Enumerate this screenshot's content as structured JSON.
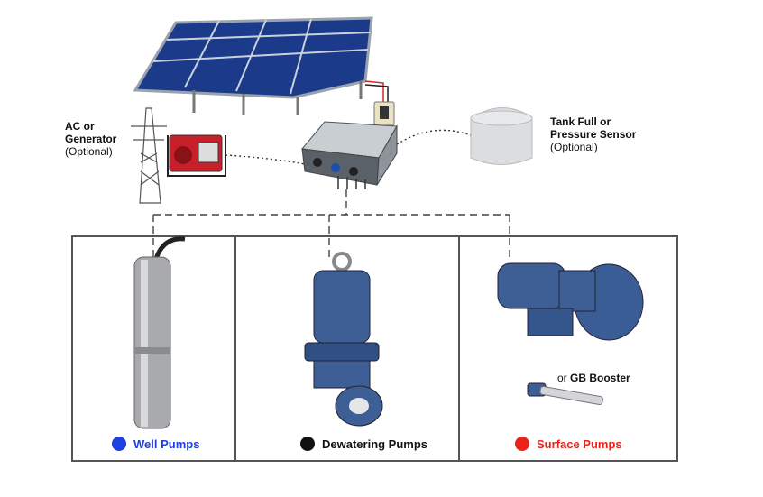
{
  "sources": {
    "generator": {
      "line1": "AC or",
      "line2": "Generator",
      "optional": "(Optional)"
    },
    "sensor": {
      "line1": "Tank Full or",
      "line2": "Pressure Sensor",
      "optional": "(Optional)"
    }
  },
  "pumps": [
    {
      "label": "Well Pumps",
      "color": "#1f3fe0"
    },
    {
      "label": "Dewatering Pumps",
      "color": "#111111"
    },
    {
      "label": "Surface Pumps",
      "color": "#e8231a"
    }
  ],
  "booster": {
    "prefix": "or",
    "name": "GB Booster"
  }
}
